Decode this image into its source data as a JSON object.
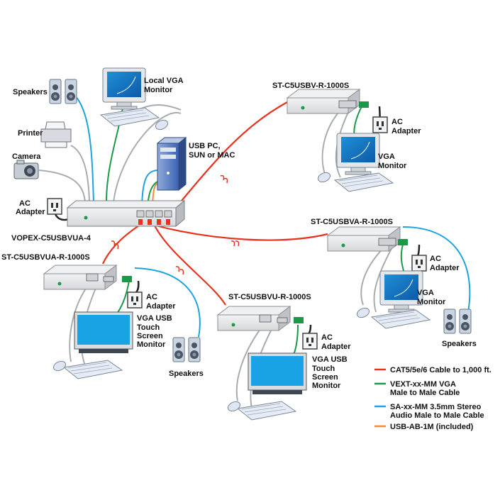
{
  "hub": {
    "model": "VOPEX-C5USBVUA-4"
  },
  "local_devices": {
    "speakers": "Speakers",
    "printer": "Printer",
    "camera": "Camera",
    "ac_adapter_1": "AC",
    "ac_adapter_2": "Adapter",
    "monitor_1": "Local VGA",
    "monitor_2": "Monitor",
    "pc_1": "USB PC,",
    "pc_2": "SUN or MAC"
  },
  "receivers": [
    {
      "model": "ST-C5USBV-R-1000S",
      "ac_1": "AC",
      "ac_2": "Adapter",
      "monitor_1": "VGA",
      "monitor_2": "Monitor"
    },
    {
      "model": "ST-C5USBVA-R-1000S",
      "ac_1": "AC",
      "ac_2": "Adapter",
      "monitor_1": "VGA",
      "monitor_2": "Monitor",
      "speakers": "Speakers"
    },
    {
      "model": "ST-C5USBVUA-R-1000S",
      "ac_1": "AC",
      "ac_2": "Adapter",
      "monitor_1": "VGA USB",
      "monitor_2": "Touch",
      "monitor_3": "Screen",
      "monitor_4": "Monitor",
      "speakers": "Speakers"
    },
    {
      "model": "ST-C5USBVU-R-1000S",
      "ac_1": "AC",
      "ac_2": "Adapter",
      "monitor_1": "VGA USB",
      "monitor_2": "Touch",
      "monitor_3": "Screen",
      "monitor_4": "Monitor"
    }
  ],
  "legend": [
    {
      "color": "#e8321e",
      "line1": "CAT5/5e/6 Cable to 1,000 ft.",
      "line2": ""
    },
    {
      "color": "#1a9a48",
      "line1": "VEXT-xx-MM VGA",
      "line2": "Male to Male Cable"
    },
    {
      "color": "#1ea4dc",
      "line1": "SA-xx-MM 3.5mm Stereo",
      "line2": "Audio Male to Male Cable"
    },
    {
      "color": "#f08a3c",
      "line1": "USB-AB-1M (included)",
      "line2": ""
    }
  ],
  "colors": {
    "cat5": "#e8321e",
    "vga": "#1a9a48",
    "audio": "#1ea4dc",
    "usb": "#f08a3c",
    "gray_cable": "#a9acaf"
  }
}
